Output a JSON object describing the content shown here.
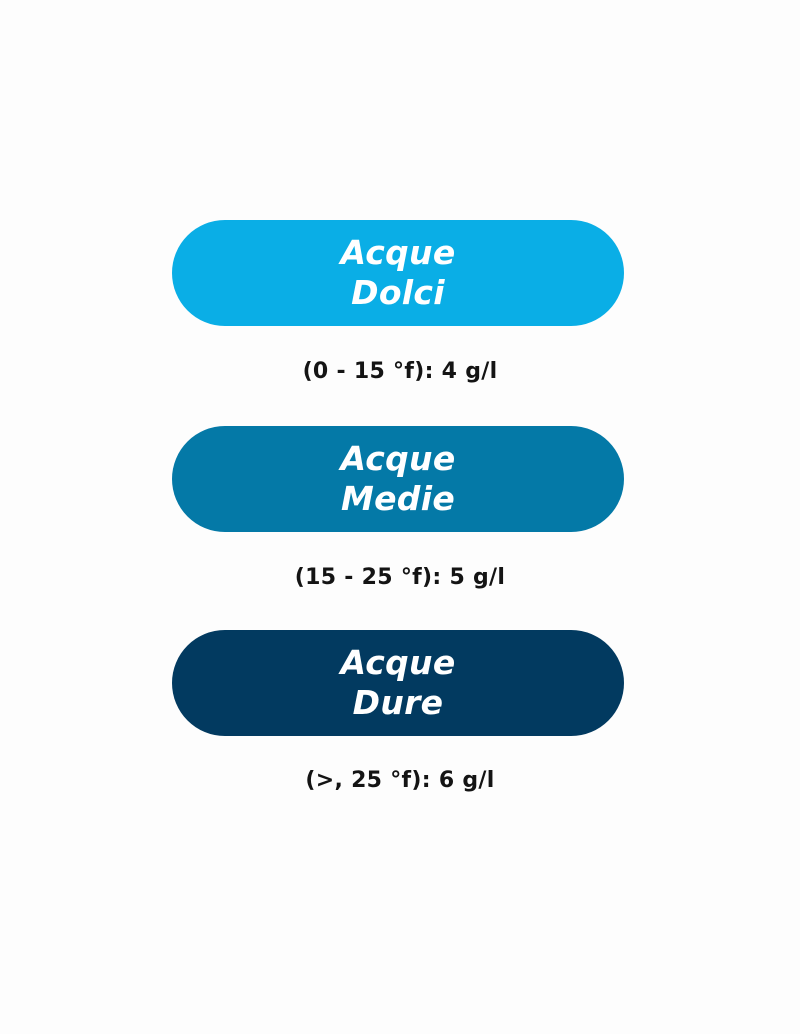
{
  "categories": [
    {
      "title_line1": "Acque",
      "title_line2": "Dolci",
      "dose": "(0 - 15 °f): 4 g/l",
      "color": "#0aaee6"
    },
    {
      "title_line1": "Acque",
      "title_line2": "Medie",
      "dose": "(15 - 25 °f): 5 g/l",
      "color": "#0479a7"
    },
    {
      "title_line1": "Acque",
      "title_line2": "Dure",
      "dose": "(>, 25 °f): 6 g/l",
      "color": "#023a60"
    }
  ]
}
